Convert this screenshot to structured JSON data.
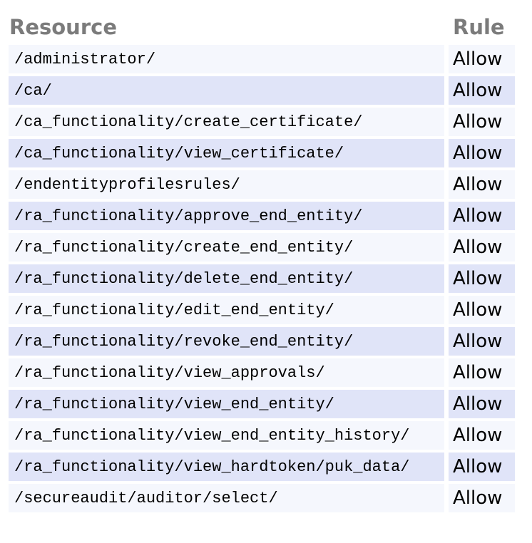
{
  "table": {
    "columns": [
      {
        "label": "Resource"
      },
      {
        "label": "Rule"
      }
    ],
    "rows": [
      {
        "resource": "/administrator/",
        "rule": "Allow"
      },
      {
        "resource": "/ca/",
        "rule": "Allow"
      },
      {
        "resource": "/ca_functionality/create_certificate/",
        "rule": "Allow"
      },
      {
        "resource": "/ca_functionality/view_certificate/",
        "rule": "Allow"
      },
      {
        "resource": "/endentityprofilesrules/",
        "rule": "Allow"
      },
      {
        "resource": "/ra_functionality/approve_end_entity/",
        "rule": "Allow"
      },
      {
        "resource": "/ra_functionality/create_end_entity/",
        "rule": "Allow"
      },
      {
        "resource": "/ra_functionality/delete_end_entity/",
        "rule": "Allow"
      },
      {
        "resource": "/ra_functionality/edit_end_entity/",
        "rule": "Allow"
      },
      {
        "resource": "/ra_functionality/revoke_end_entity/",
        "rule": "Allow"
      },
      {
        "resource": "/ra_functionality/view_approvals/",
        "rule": "Allow"
      },
      {
        "resource": "/ra_functionality/view_end_entity/",
        "rule": "Allow"
      },
      {
        "resource": "/ra_functionality/view_end_entity_history/",
        "rule": "Allow"
      },
      {
        "resource": "/ra_functionality/view_hardtoken/puk_data/",
        "rule": "Allow"
      },
      {
        "resource": "/secureaudit/auditor/select/",
        "rule": "Allow"
      }
    ],
    "colors": {
      "header_text": "#7b7b7b",
      "row_odd_bg": "#f5f7fd",
      "row_even_bg": "#e0e4f8",
      "row_text": "#000000"
    }
  }
}
